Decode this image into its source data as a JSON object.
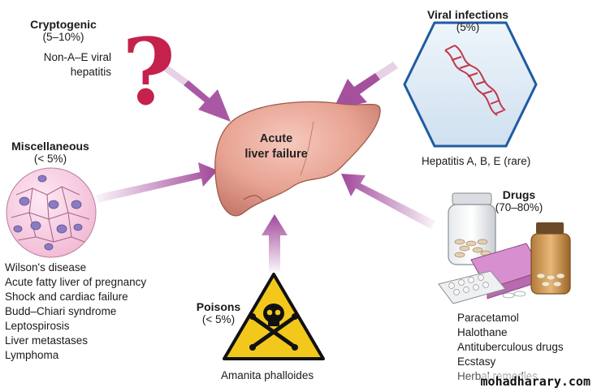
{
  "center": {
    "title_line1": "Acute",
    "title_line2": "liver failure"
  },
  "cryptogenic": {
    "title": "Cryptogenic",
    "pct": "(5–10%)",
    "desc_line1": "Non-A–E viral",
    "desc_line2": "hepatitis"
  },
  "viral": {
    "title": "Viral infections",
    "pct": "(5%)",
    "desc": "Hepatitis A, B, E (rare)"
  },
  "misc": {
    "title": "Miscellaneous",
    "pct": "(< 5%)",
    "items": [
      "Wilson's disease",
      "Acute fatty liver of pregnancy",
      "Shock and cardiac failure",
      "Budd–Chiari syndrome",
      "Leptospirosis",
      "Liver metastases",
      "Lymphoma"
    ]
  },
  "drugs": {
    "title": "Drugs",
    "pct": "(70–80%)",
    "items": [
      "Paracetamol",
      "Halothane",
      "Antituberculous drugs",
      "Ecstasy",
      "Herbal remedies"
    ]
  },
  "poisons": {
    "title": "Poisons",
    "pct": "(< 5%)",
    "desc": "Amanita phalloides"
  },
  "question_mark": "?",
  "watermark": "mohadharary.com",
  "colors": {
    "arrow": "#a0479a",
    "liver": "#e8a293",
    "question": "#c4214c",
    "hazard": "#f2c81c",
    "helix": "#c0394a"
  }
}
